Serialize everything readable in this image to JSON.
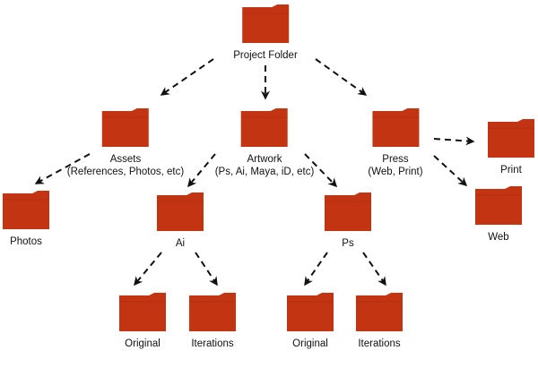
{
  "theme": {
    "folder_color": "#C23412",
    "folder_shade": "#A92B0D",
    "arrow_color": "#111111",
    "text_color": "#111111"
  },
  "nodes": {
    "project": {
      "label": "Project Folder",
      "icon": "folder-icon"
    },
    "assets": {
      "label": "Assets",
      "sublabel": "(References, Photos, etc)",
      "icon": "folder-icon"
    },
    "artwork": {
      "label": "Artwork",
      "sublabel": "(Ps, Ai, Maya, iD, etc)",
      "icon": "folder-icon"
    },
    "press": {
      "label": "Press",
      "sublabel": "(Web, Print)",
      "icon": "folder-icon"
    },
    "photos": {
      "label": "Photos",
      "icon": "folder-icon"
    },
    "ai": {
      "label": "Ai",
      "icon": "folder-icon"
    },
    "ps": {
      "label": "Ps",
      "icon": "folder-icon"
    },
    "print": {
      "label": "Print",
      "icon": "folder-icon"
    },
    "web": {
      "label": "Web",
      "icon": "folder-icon"
    },
    "ai_original": {
      "label": "Original",
      "icon": "folder-icon"
    },
    "ai_iterations": {
      "label": "Iterations",
      "icon": "folder-icon"
    },
    "ps_original": {
      "label": "Original",
      "icon": "folder-icon"
    },
    "ps_iterations": {
      "label": "Iterations",
      "icon": "folder-icon"
    }
  },
  "edges": [
    {
      "from": "project",
      "to": "assets"
    },
    {
      "from": "project",
      "to": "artwork"
    },
    {
      "from": "project",
      "to": "press"
    },
    {
      "from": "assets",
      "to": "photos"
    },
    {
      "from": "artwork",
      "to": "ai"
    },
    {
      "from": "artwork",
      "to": "ps"
    },
    {
      "from": "press",
      "to": "print"
    },
    {
      "from": "press",
      "to": "web"
    },
    {
      "from": "ai",
      "to": "ai_original"
    },
    {
      "from": "ai",
      "to": "ai_iterations"
    },
    {
      "from": "ps",
      "to": "ps_original"
    },
    {
      "from": "ps",
      "to": "ps_iterations"
    }
  ]
}
